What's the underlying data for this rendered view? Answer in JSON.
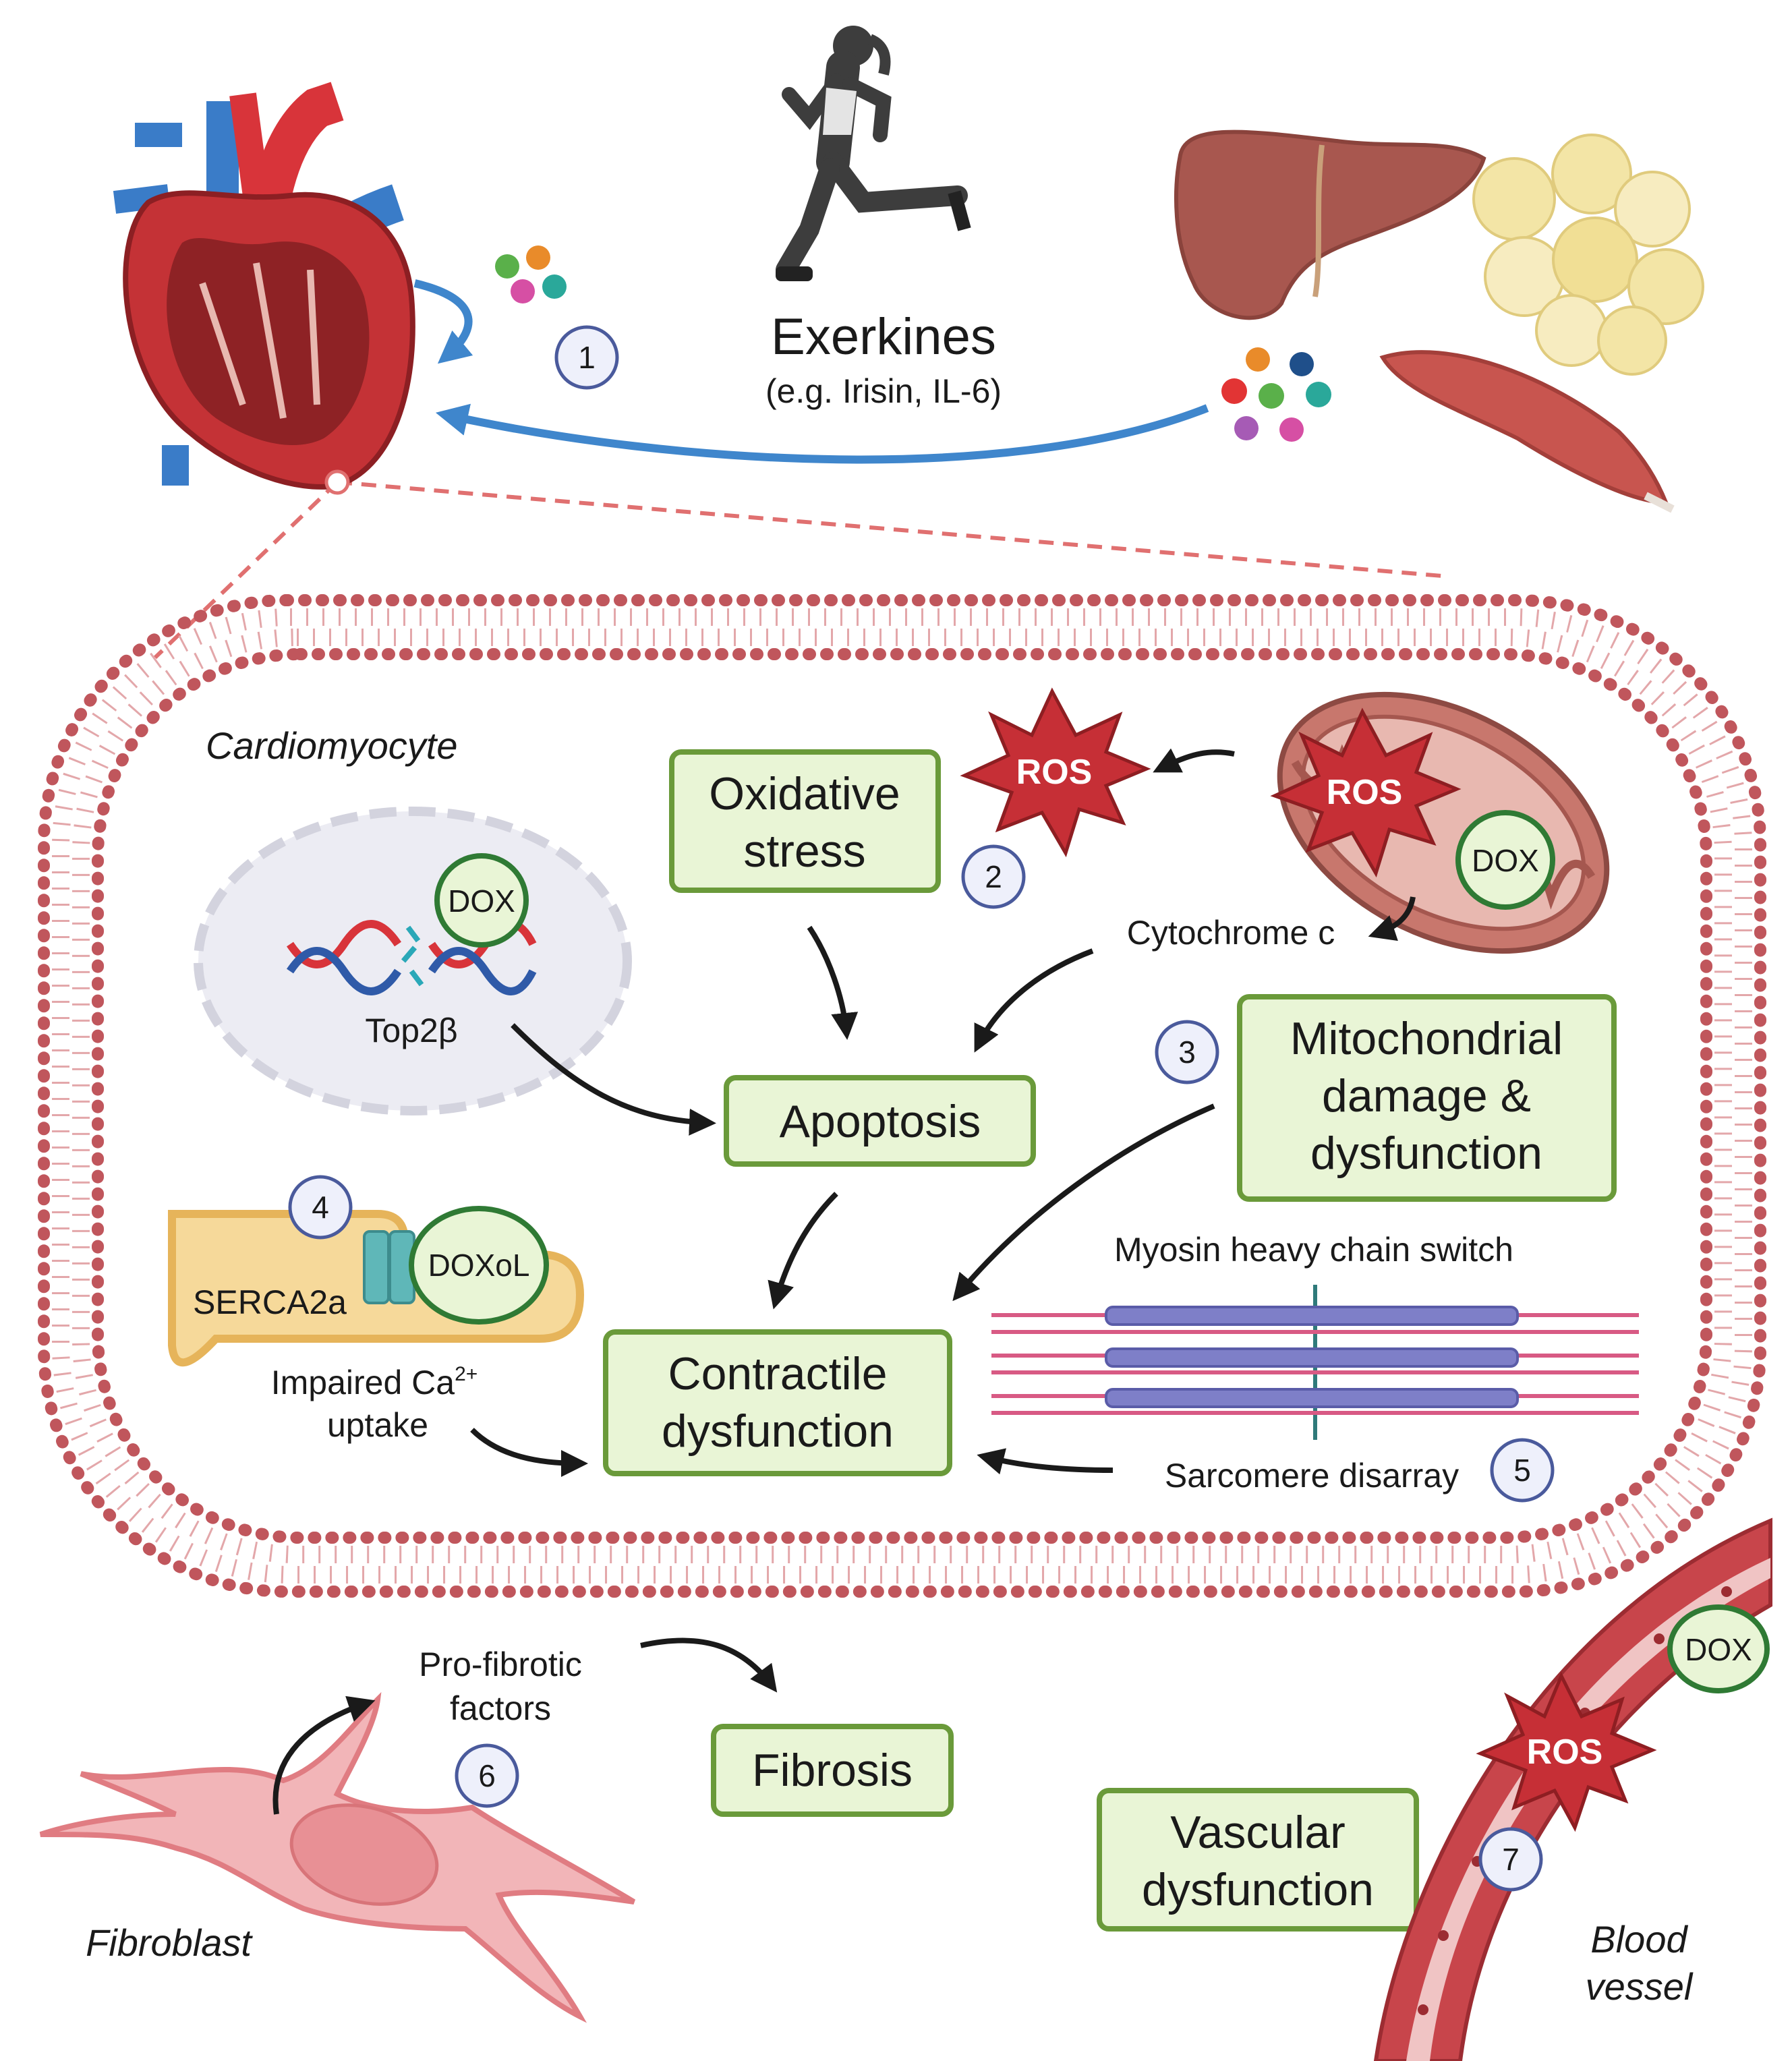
{
  "title": {
    "main": "Exerkines",
    "sub": "(e.g. Irisin, IL-6)"
  },
  "cell_label": "Cardiomyocyte",
  "boxes": {
    "oxidative_line1": "Oxidative",
    "oxidative_line2": "stress",
    "apoptosis": "Apoptosis",
    "mito_line1": "Mitochondrial",
    "mito_line2": "damage &",
    "mito_line3": "dysfunction",
    "contractile_line1": "Contractile",
    "contractile_line2": "dysfunction",
    "fibrosis": "Fibrosis",
    "vascular_line1": "Vascular",
    "vascular_line2": "dysfunction"
  },
  "labels": {
    "ros": "ROS",
    "dox": "DOX",
    "doxol": "DOXoL",
    "cytochrome": "Cytochrome c",
    "top2b": "Top2β",
    "serca": "SERCA2a",
    "impaired_line1": "Impaired Ca",
    "impaired_sup": "2+",
    "impaired_line2": "uptake",
    "myosin": "Myosin heavy chain switch",
    "sarcomere": "Sarcomere disarray",
    "profibrotic_line1": "Pro-fibrotic",
    "profibrotic_line2": "factors",
    "fibroblast": "Fibroblast",
    "blood_line1": "Blood",
    "blood_line2": "vessel"
  },
  "steps": [
    "1",
    "2",
    "3",
    "4",
    "5",
    "6",
    "7"
  ],
  "colors": {
    "box_fill": "#e9f5d6",
    "box_stroke": "#6a9a3a",
    "membrane": "#c0565c",
    "ros": "#c62f36",
    "step_fill": "#eef0fb",
    "step_stroke": "#4a5a9c",
    "exerkine_arrow": "#3f86cc"
  },
  "icons": [
    "heart-icon",
    "runner-icon",
    "liver-icon",
    "adipose-icon",
    "muscle-icon",
    "exerkine-dots-icon",
    "nucleus-icon",
    "dna-icon",
    "mitochondrion-icon",
    "serca-pump-icon",
    "sarcomere-icon",
    "fibroblast-icon",
    "blood-vessel-icon"
  ]
}
